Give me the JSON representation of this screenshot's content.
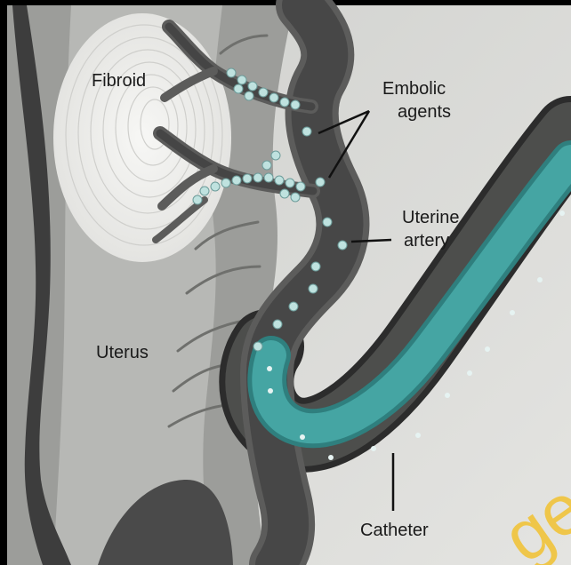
{
  "labels": {
    "fibroid": "Fibroid",
    "embolic": [
      "Embolic",
      "agents"
    ],
    "uterine": [
      "Uterine",
      "artery"
    ],
    "uterus": "Uterus",
    "catheter": "Catheter"
  },
  "colors": {
    "background": "#d9dad7",
    "uterus_wall": "#8a8b88",
    "uterus_dark": "#3f3f3f",
    "fibroid": "#f3f3f1",
    "artery_outer": "#5a5a5a",
    "artery_lumen": "#4b4b4b",
    "catheter": "#3f9b9a",
    "catheter_light": "#8fc7c4",
    "particle": "#bfe2df",
    "watermark": "#f2c230"
  },
  "watermark_text": "ge"
}
